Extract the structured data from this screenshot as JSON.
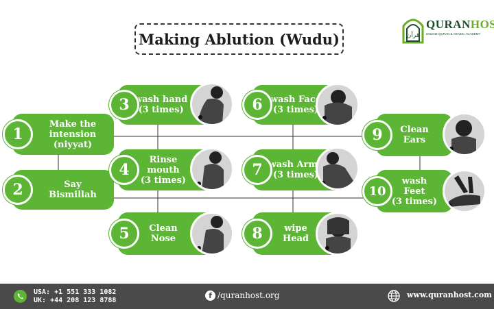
{
  "title": "Making Ablution (Wudu)",
  "logo": {
    "name_a": "QURAN",
    "name_b": "HOST",
    "tagline": "ONLINE QURAN & ARABIC ACADEMY",
    "mark": "قرآن"
  },
  "steps": [
    {
      "num": "1",
      "label": [
        "Make the",
        "intension",
        "(niyyat)"
      ]
    },
    {
      "num": "2",
      "label": [
        "Say",
        "Bismillah"
      ]
    },
    {
      "num": "3",
      "label": [
        "wash hand",
        "(3 times)"
      ]
    },
    {
      "num": "4",
      "label": [
        "Rinse",
        "mouth",
        "(3 times)"
      ]
    },
    {
      "num": "5",
      "label": [
        "Clean",
        "Nose"
      ]
    },
    {
      "num": "6",
      "label": [
        "wash Face",
        "(3 times)"
      ]
    },
    {
      "num": "7",
      "label": [
        "wash Arms",
        "(3 times)"
      ]
    },
    {
      "num": "8",
      "label": [
        "wipe",
        "Head"
      ]
    },
    {
      "num": "9",
      "label": [
        "Clean",
        "Ears"
      ]
    },
    {
      "num": "10",
      "label": [
        "wash Feet",
        "(3 times)"
      ]
    }
  ],
  "footer": {
    "phone_usa": "USA: +1 551 333 1082",
    "phone_uk": "UK: +44 208 123 8788",
    "facebook": "/quranhost.org",
    "website": "www.quranhost.com"
  },
  "colors": {
    "green": "#5cb534",
    "dark_footer": "#4a4a4a"
  }
}
